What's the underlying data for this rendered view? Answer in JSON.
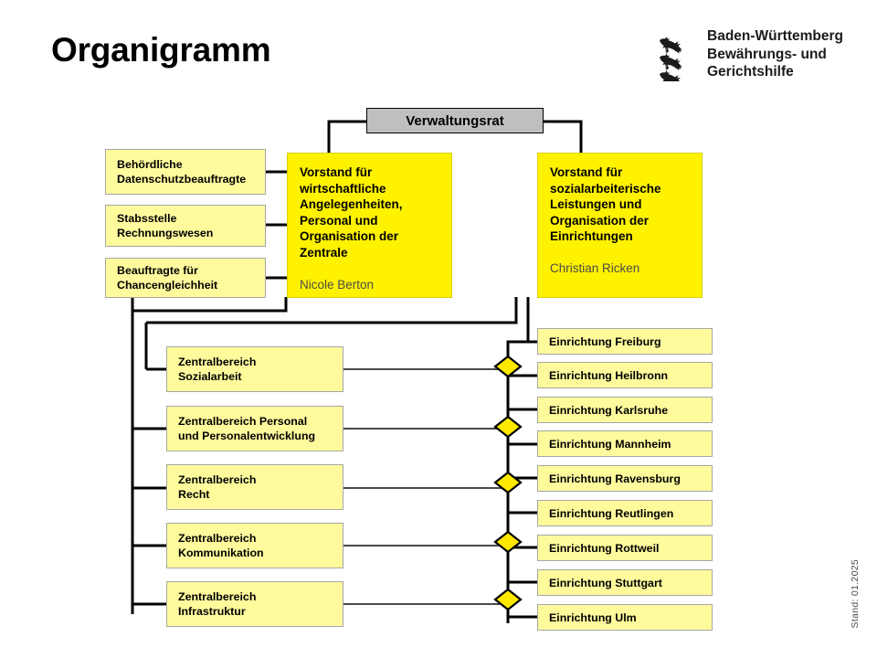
{
  "page": {
    "title": "Organigramm",
    "footer_note": "Stand: 01.2025"
  },
  "logo": {
    "line1": "Baden-Württemberg",
    "line2": "Bewährungs- und",
    "line3": "Gerichtshilfe",
    "emblem": "three-lions-crest"
  },
  "council": {
    "label": "Verwaltungsrat"
  },
  "executives": [
    {
      "title": "Vorstand für wirtschaftliche Angelegenheiten, Personal und Organisation der Zentrale",
      "name": "Nicole Berton"
    },
    {
      "title": "Vorstand für sozialarbeiterische Leistungen und Organisation der Einrichtungen",
      "name": "Christian Ricken"
    }
  ],
  "staff_units": [
    {
      "line1": "Behördliche",
      "line2": "Datenschutzbeauftragte"
    },
    {
      "line1": "Stabsstelle",
      "line2": "Rechnungswesen"
    },
    {
      "line1": "Beauftragte für",
      "line2": "Chancengleichheit"
    }
  ],
  "central_areas": [
    {
      "line1": "Zentralbereich",
      "line2": "Sozialarbeit"
    },
    {
      "line1": "Zentralbereich Personal",
      "line2": "und Personalentwicklung"
    },
    {
      "line1": "Zentralbereich",
      "line2": "Recht"
    },
    {
      "line1": "Zentralbereich",
      "line2": "Kommunikation"
    },
    {
      "line1": "Zentralbereich",
      "line2": "Infrastruktur"
    }
  ],
  "facilities": [
    {
      "label": "Einrichtung Freiburg"
    },
    {
      "label": "Einrichtung Heilbronn"
    },
    {
      "label": "Einrichtung Karlsruhe"
    },
    {
      "label": "Einrichtung Mannheim"
    },
    {
      "label": "Einrichtung Ravensburg"
    },
    {
      "label": "Einrichtung Reutlingen"
    },
    {
      "label": "Einrichtung Rottweil"
    },
    {
      "label": "Einrichtung Stuttgart"
    },
    {
      "label": "Einrichtung Ulm"
    }
  ],
  "colors": {
    "executive_fill": "#fff200",
    "node_fill": "#fffb9d",
    "council_fill": "#bfbfbf",
    "connector": "#000000",
    "diamond_fill": "#ffe800"
  }
}
